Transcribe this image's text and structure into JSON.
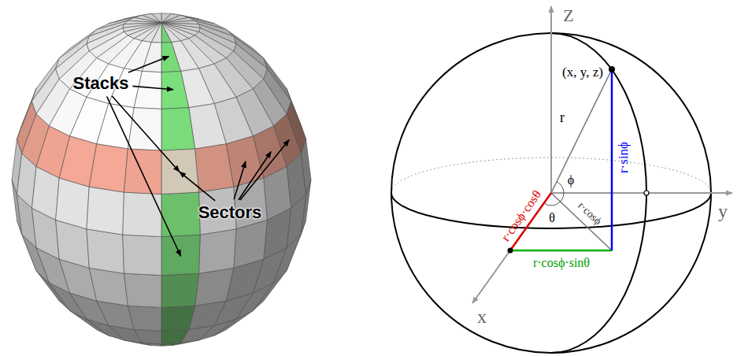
{
  "diagram": {
    "labels": [
      "Stacks",
      "Sectors",
      "Z",
      "(x, y, z)",
      "r",
      "ϕ",
      "r·sinϕ",
      "y",
      "θ",
      "r·cosϕ",
      "r·cosϕ·cosθ",
      "r·cosϕ·sinθ",
      "x"
    ]
  }
}
